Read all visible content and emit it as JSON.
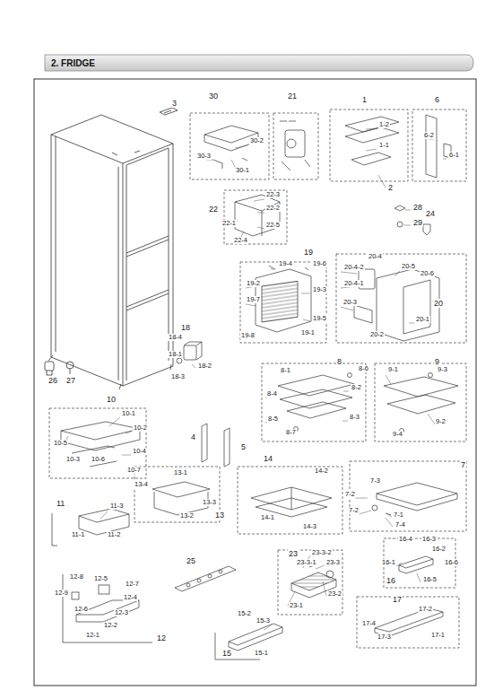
{
  "diagram": {
    "title": "2. FRIDGE",
    "labels": [
      "3",
      "30",
      "30-2",
      "30-3",
      "30-1",
      "21",
      "1",
      "1-2",
      "1-1",
      "2",
      "6",
      "6-2",
      "6-1",
      "22",
      "22-3",
      "22-2",
      "22-1",
      "22-5",
      "22-4",
      "28",
      "29",
      "24",
      "19",
      "19-4",
      "19-6",
      "19-2",
      "19-3",
      "19-7",
      "19-5",
      "19-1",
      "19-8",
      "20-4",
      "20-4-2",
      "20-5",
      "20-6",
      "20-4-1",
      "20-3",
      "20",
      "20-1",
      "20-2",
      "18",
      "18-4",
      "18-1",
      "18-2",
      "18-3",
      "26",
      "27",
      "8",
      "8-1",
      "8-6",
      "8-2",
      "8-4",
      "8-3",
      "8-5",
      "8-7",
      "9",
      "9-1",
      "9-3",
      "9-2",
      "9-4",
      "10",
      "10-1",
      "10-2",
      "10-5",
      "10-4",
      "10-3",
      "10-6",
      "10-7",
      "4",
      "5",
      "14",
      "14-2",
      "13-1",
      "13-4",
      "13-3",
      "13-2",
      "13",
      "14-1",
      "14-3",
      "7",
      "7-3",
      "7-2",
      "7-2",
      "7-1",
      "7-4",
      "11",
      "11-3",
      "11-1",
      "11-2",
      "16-4",
      "16-3",
      "16-2",
      "16-1",
      "16-6",
      "16",
      "16-5",
      "25",
      "23",
      "23-3-2",
      "23-3-1",
      "23-3",
      "23-2",
      "23-1",
      "12-8",
      "12-5",
      "12-7",
      "12-4",
      "12-9",
      "12-6",
      "12-3",
      "12-2",
      "12-1",
      "12",
      "17",
      "17-2",
      "17-4",
      "17-3",
      "17-1",
      "15-2",
      "15-3",
      "15",
      "15-1"
    ]
  }
}
